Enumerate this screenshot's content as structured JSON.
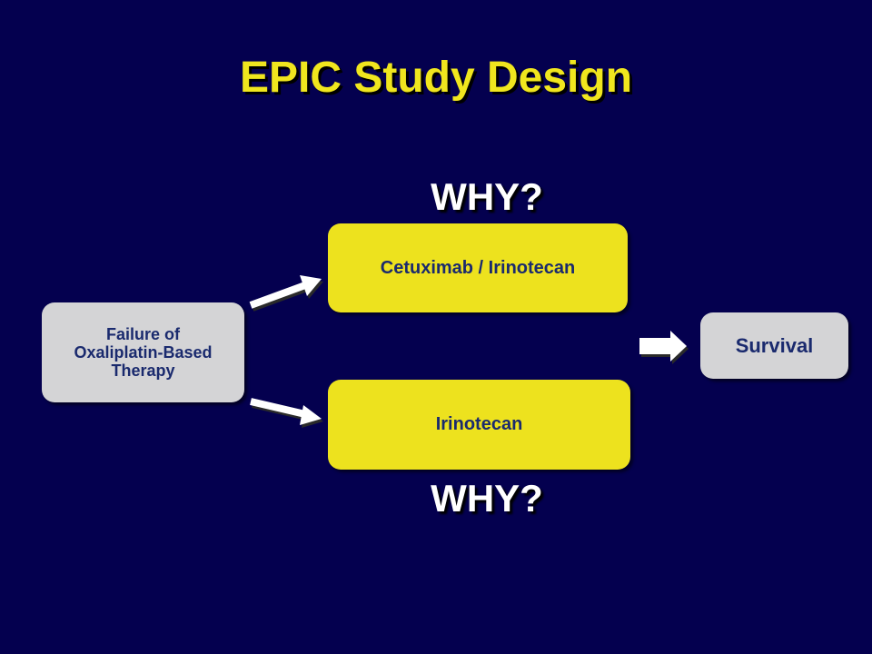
{
  "title": "EPIC Study Design",
  "why_top": "WHY?",
  "why_bottom": "WHY?",
  "boxes": {
    "failure": {
      "line1": "Failure of",
      "line2": "Oxaliplatin-Based",
      "line3": "Therapy"
    },
    "cetuximab": "Cetuximab / Irinotecan",
    "irinotecan": "Irinotecan",
    "survival": "Survival"
  },
  "colors": {
    "background": "#04004f",
    "title": "#f0e61e",
    "box_gray": "#d4d4d6",
    "box_yellow": "#ede21e",
    "box_text": "#1a2a6e",
    "arrow": "#ffffff"
  }
}
